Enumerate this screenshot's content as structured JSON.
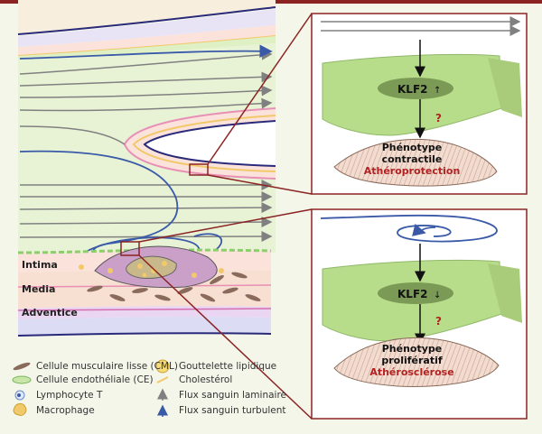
{
  "layers": {
    "intima": "Intima",
    "media": "Media",
    "adventice": "Adventice"
  },
  "panel_top": {
    "klf2": "KLF2",
    "arrow": "↑",
    "question": "?",
    "phenotype_line1": "Phénotype",
    "phenotype_line2": "contractile",
    "outcome": "Athéroprotection"
  },
  "panel_bottom": {
    "klf2": "KLF2",
    "arrow": "↓",
    "question": "?",
    "phenotype_line1": "Phénotype",
    "phenotype_line2": "prolifératif",
    "outcome": "Athérosclérose"
  },
  "legend": {
    "cml": "Cellule musculaire lisse (CML)",
    "ce": "Cellule endothéliale (CE)",
    "lymphocyte": "Lymphocyte T",
    "macrophage": "Macrophage",
    "lipid": "Gouttelette lipidique",
    "cholesterol": "Cholestérol",
    "laminar": "Flux sanguin laminaire",
    "turbulent": "Flux sanguin turbulent"
  },
  "colors": {
    "frame": "#8b2323",
    "klf2_cell": "#b8dd8a",
    "klf2_oval": "#7a9a55",
    "laminar_arrow": "#808080",
    "turbulent_arrow": "#3a5aa8",
    "outcome_text": "#b22222"
  }
}
